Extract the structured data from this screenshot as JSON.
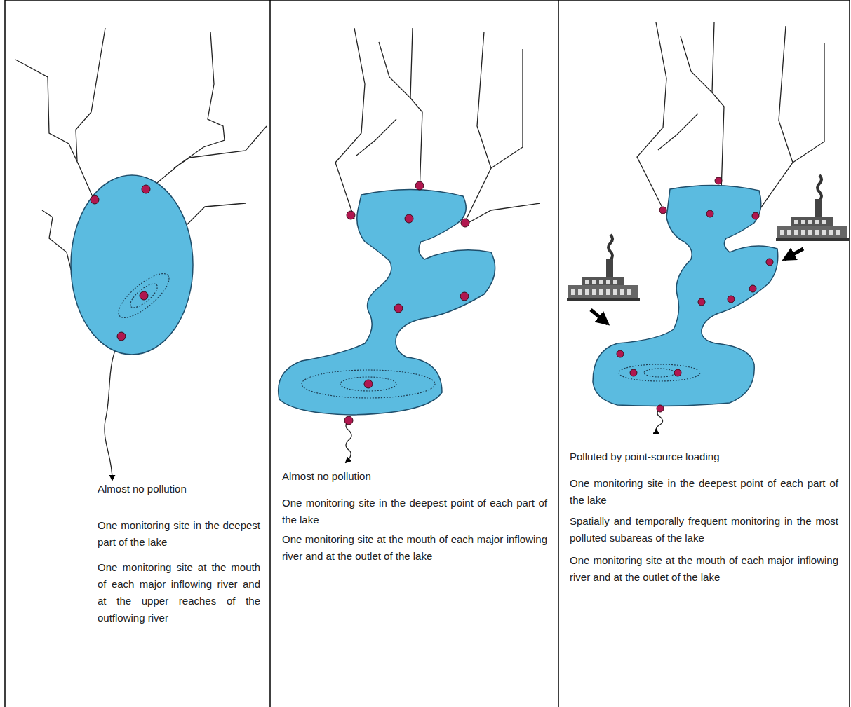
{
  "diagram": {
    "labels": [
      "Almost no pollution",
      "One monitoring site in the deepest part of the lake",
      "One monitoring site at the mouth of each major inflowing river and at the upper reaches of the outflowing river",
      "Almost no pollution",
      "One monitoring site in the deepest point of each part of the lake",
      "One monitoring site at the mouth of each major inflowing river and at the outlet of the lake",
      "Polluted by point-source loading",
      "One monitoring site in the deepest point of each part of the lake",
      "Spatially and temporally frequent monitoring in the most polluted subareas of the lake",
      "One monitoring site at the mouth of each major inflowing river and at the outlet of the lake"
    ]
  }
}
